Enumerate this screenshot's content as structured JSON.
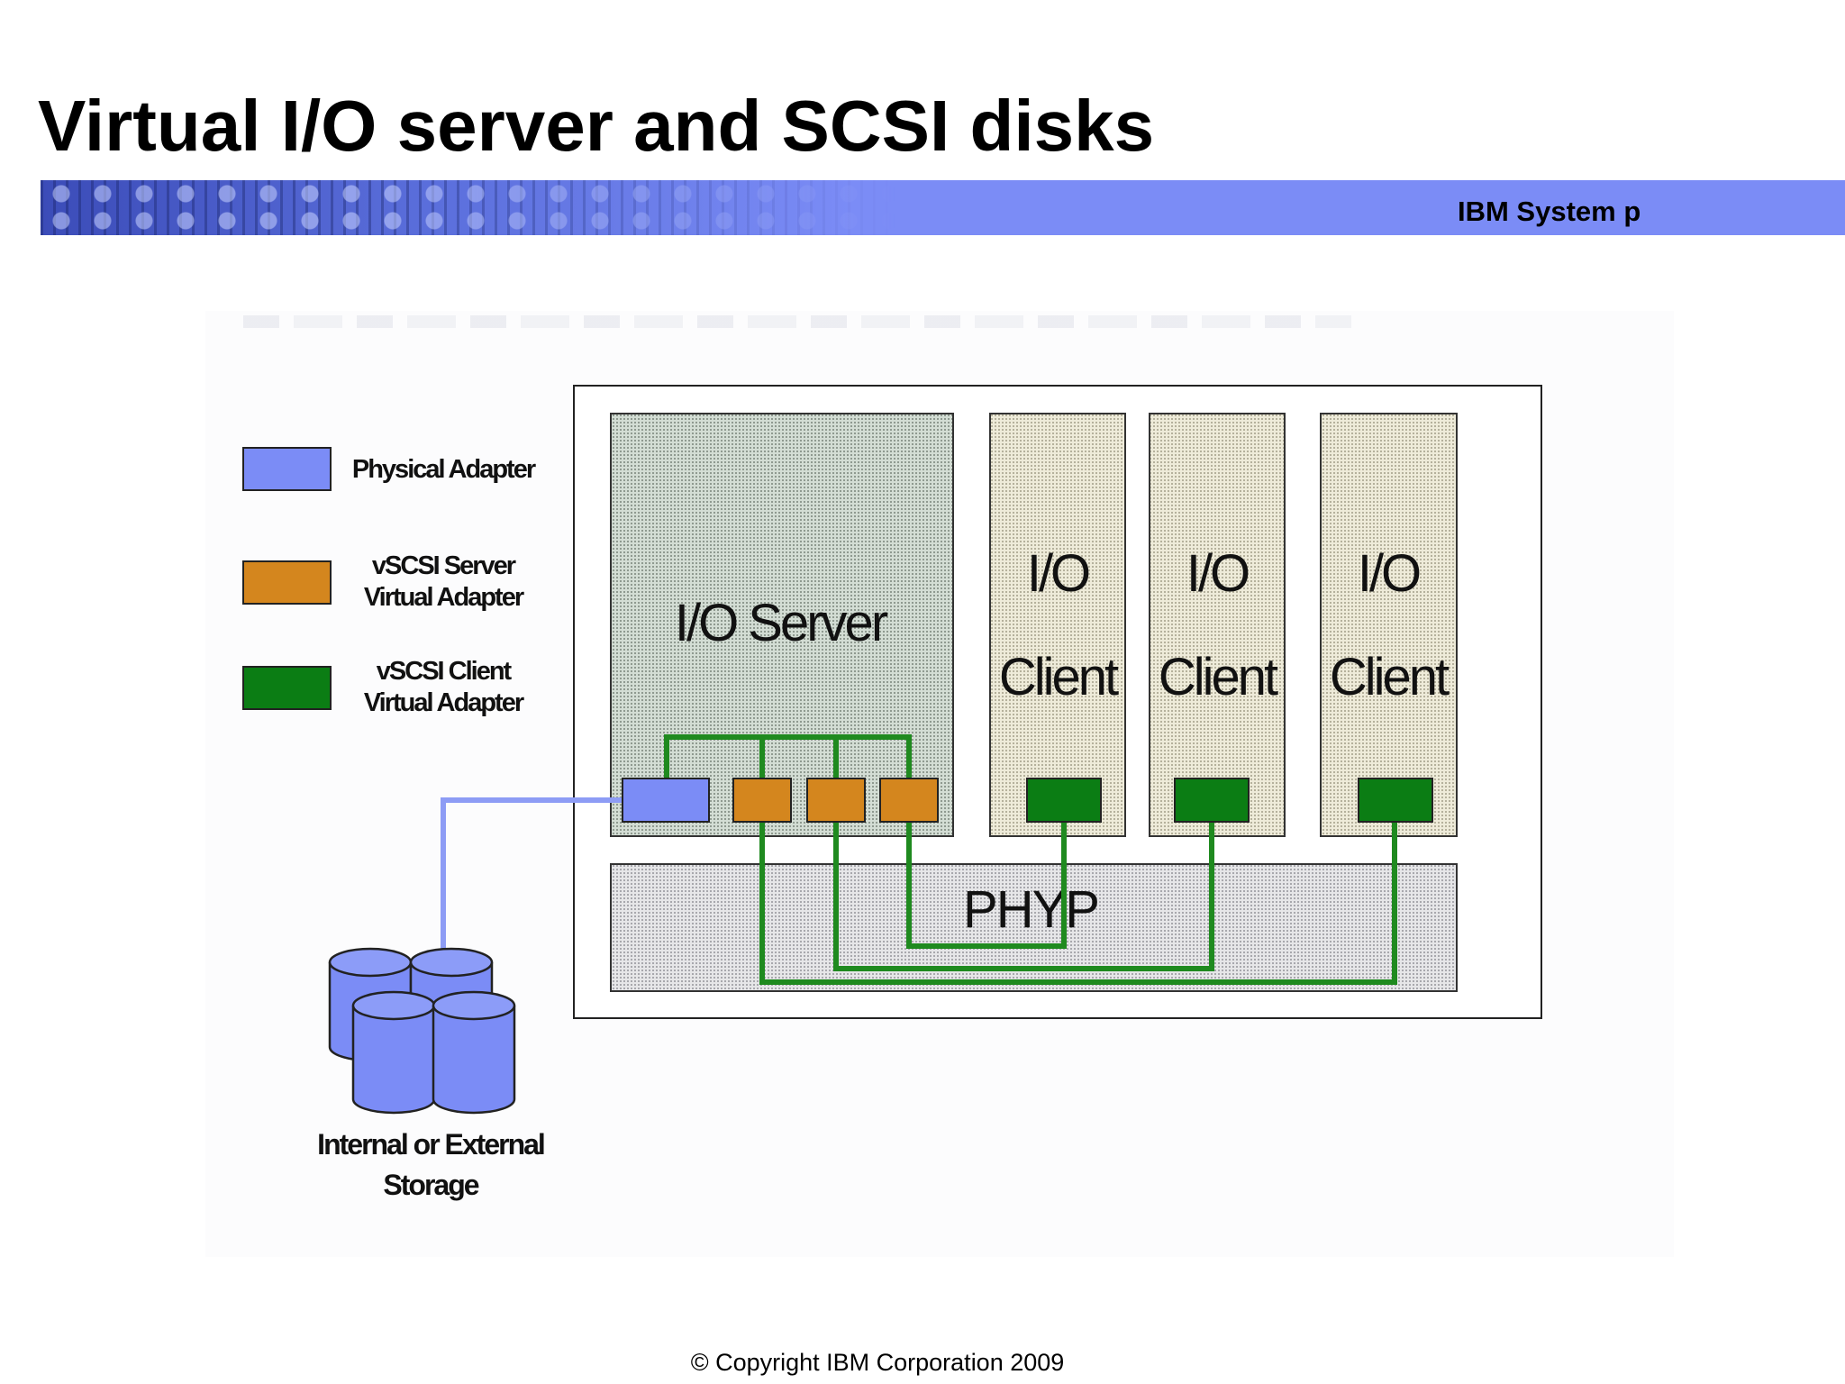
{
  "slide": {
    "title": "Virtual I/O server and SCSI disks",
    "banner_label": "IBM System p",
    "copyright": "© Copyright IBM Corporation  2009"
  },
  "colors": {
    "physical": "#7b8cf6",
    "vscsi_server": "#d4861e",
    "vscsi_client": "#0b7d14",
    "link_green": "#1f8a1f",
    "link_blue": "#8d9cf5",
    "banner": "#7b8cf6"
  },
  "legend": [
    {
      "lines": [
        "Physical Adapter"
      ],
      "color": "#7b8cf6"
    },
    {
      "lines": [
        "vSCSI Server",
        "Virtual Adapter"
      ],
      "color": "#d4861e"
    },
    {
      "lines": [
        "vSCSI Client",
        "Virtual Adapter"
      ],
      "color": "#0b7d14"
    }
  ],
  "io_server": {
    "label": "I/O Server"
  },
  "clients": [
    {
      "lines": [
        "I/O",
        "Client"
      ]
    },
    {
      "lines": [
        "I/O",
        "Client"
      ]
    },
    {
      "lines": [
        "I/O",
        "Client"
      ]
    }
  ],
  "hypervisor": {
    "label": "PHYP"
  },
  "storage": {
    "lines": [
      "Internal or External",
      "Storage"
    ]
  }
}
